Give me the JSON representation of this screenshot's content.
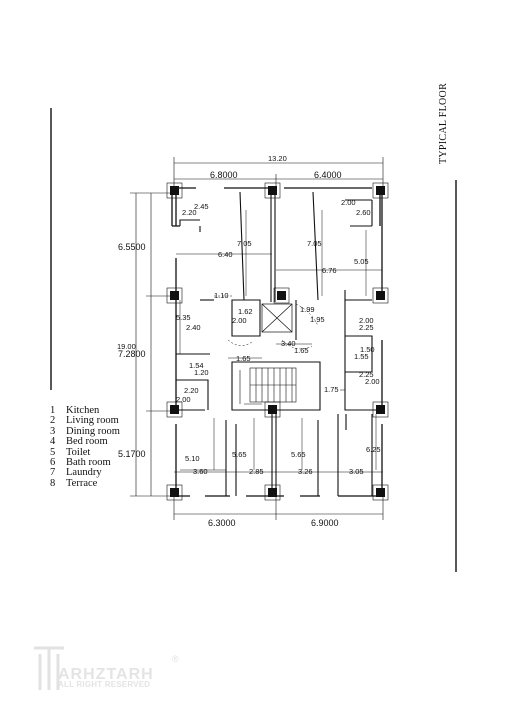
{
  "title": "TYPICAL FLOOR",
  "legend": [
    {
      "num": "1",
      "label": "Kitchen"
    },
    {
      "num": "2",
      "label": "Living room"
    },
    {
      "num": "3",
      "label": "Dining room"
    },
    {
      "num": "4",
      "label": "Bed room"
    },
    {
      "num": "5",
      "label": "Toilet"
    },
    {
      "num": "6",
      "label": "Bath room"
    },
    {
      "num": "7",
      "label": "Laundry"
    },
    {
      "num": "8",
      "label": "Terrace"
    }
  ],
  "dimensions": {
    "overall_width": "13.20",
    "top_left_span": "6.8000",
    "top_right_span": "6.4000",
    "overall_height": "19.00",
    "left_upper": "6.5500",
    "left_middle": "7.2800",
    "left_lower": "5.1700",
    "bottom_left_span": "6.3000",
    "bottom_right_span": "6.9000",
    "inner": [
      "2.45",
      "2.20",
      "2.00",
      "2.60",
      "7.05",
      "7.05",
      "6.40",
      "6.76",
      "5.05",
      "1.10",
      "1.99",
      "1.95",
      "1.62",
      "2.00",
      "5.35",
      "2.40",
      "2.00",
      "2.25",
      "3.40",
      "1.65",
      "1.65",
      "1.50",
      "1.55",
      "1.54",
      "1.20",
      "2.25",
      "2.00",
      "1.75",
      "2.20",
      "2.00",
      "6.25",
      "5.10",
      "5.65",
      "5.65",
      "3.60",
      "2.85",
      "3.26",
      "3.05"
    ]
  },
  "logo": {
    "brand": "ARHZTARH",
    "rights": "ALL RIGHT RESERVED",
    "reg": "®"
  }
}
